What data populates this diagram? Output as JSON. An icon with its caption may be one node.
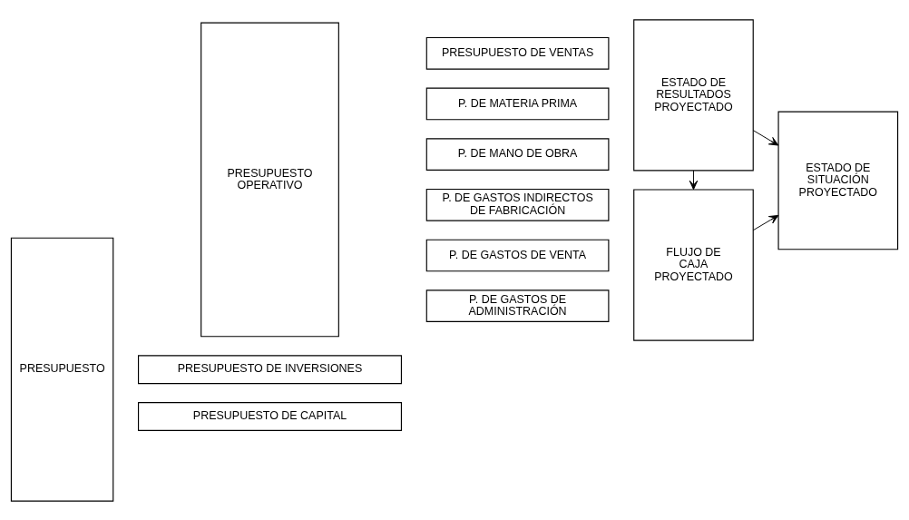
{
  "diagram": {
    "nodes": [
      {
        "text": [
          "PRESUPUESTO"
        ]
      },
      {
        "text": [
          "PRESUPUESTO OPERATIVO"
        ]
      },
      {
        "text": [
          "PRESUPUESTO DE VENTAS"
        ]
      },
      {
        "text": [
          "P. DE MATERIA PRIMA"
        ]
      },
      {
        "text": [
          "P. DE MANO DE OBRA"
        ]
      },
      {
        "text": [
          "P. DE GASTOS INDIRECTOS DE FABRICACIÓN"
        ]
      },
      {
        "text": [
          "P. DE GASTOS DE VENTA"
        ]
      },
      {
        "text": [
          "P. DE GASTOS DE ADMINISTRACIÓN"
        ]
      },
      {
        "text": [
          "PRESUPUESTO DE INVERSIONES"
        ]
      },
      {
        "text": [
          "PRESUPUESTO DE CAPITAL"
        ]
      },
      {
        "text": [
          "ESTADO DE RESULTADOS PROYECTADO"
        ]
      },
      {
        "text": [
          "FLUJO DE CAJA PROYECTADO"
        ]
      },
      {
        "text": [
          "ESTADO DE SITUACIÓN PROYECTADO"
        ]
      }
    ],
    "edges": [
      {
        "from": 10,
        "to": 11,
        "arrow": "to"
      },
      {
        "from": 10,
        "to": 12,
        "arrow": "to"
      },
      {
        "from": 11,
        "to": 12,
        "arrow": "to"
      }
    ]
  }
}
